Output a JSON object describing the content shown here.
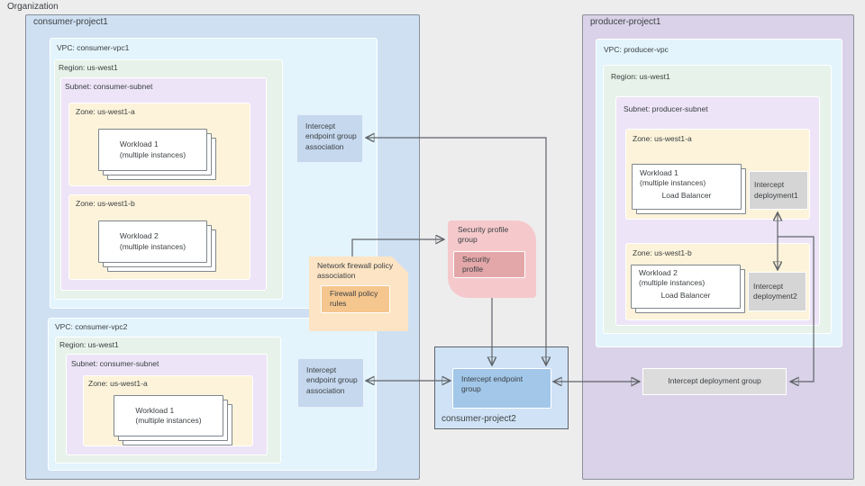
{
  "organization": {
    "label": "Organization"
  },
  "consumer_project1": {
    "title": "consumer-project1",
    "vpc1": {
      "title": "VPC: consumer-vpc1",
      "region": "Region: us-west1",
      "subnet": "Subnet: consumer-subnet",
      "zone_a": "Zone: us-west1-a",
      "workload_a": "Workload 1\n(multiple instances)",
      "zone_b": "Zone: us-west1-b",
      "workload_b": "Workload 2\n(multiple instances)"
    },
    "vpc2": {
      "title": "VPC: consumer-vpc2",
      "region": "Region: us-west1",
      "subnet": "Subnet: consumer-subnet",
      "zone_a": "Zone: us-west1-a",
      "workload_a": "Workload 1\n(multiple instances)"
    },
    "association1": "Intercept endpoint group association",
    "association2": "Intercept endpoint group association"
  },
  "network_firewall": {
    "title": "Network firewall policy association",
    "rules": "Firewall policy rules"
  },
  "security": {
    "title": "Security profile group",
    "profile": "Security profile"
  },
  "consumer_project2": {
    "title": "consumer-project2",
    "endpoint_group": "Intercept endpoint group"
  },
  "producer_project1": {
    "title": "producer-project1",
    "vpc": {
      "title": "VPC: producer-vpc",
      "region": "Region: us-west1",
      "subnet": "Subnet: producer-subnet",
      "zone_a": "Zone: us-west1-a",
      "workload_a": "Workload 1\n(multiple instances)",
      "lb_a": "Load Balancer",
      "deployment_a": "Intercept deployment1",
      "zone_b": "Zone: us-west1-b",
      "workload_b": "Workload 2\n(multiple instances)",
      "lb_b": "Load Balancer",
      "deployment_b": "Intercept deployment2"
    },
    "deployment_group": "Intercept deployment group"
  },
  "colors": {
    "project_blue": "#cfe0f2",
    "vpc_cyan": "#e3f4fc",
    "region_green": "#e7f3ea",
    "subnet_lavender": "#ede4f7",
    "zone_yellow": "#fcf3da",
    "association_blue": "#c5d8ee",
    "firewall_orange": "#fce4c4",
    "firewall_rules_orange": "#f5c68e",
    "security_pink": "#f5c9cc",
    "security_profile_pink": "#e3a7a9",
    "project2_blue": "#d0e3f6",
    "endpoint_group_blue": "#a2c7e9",
    "producer_purple": "#d9d2e8",
    "deployment_gray": "#d5d5d5",
    "arrow_gray": "#5f6368"
  }
}
